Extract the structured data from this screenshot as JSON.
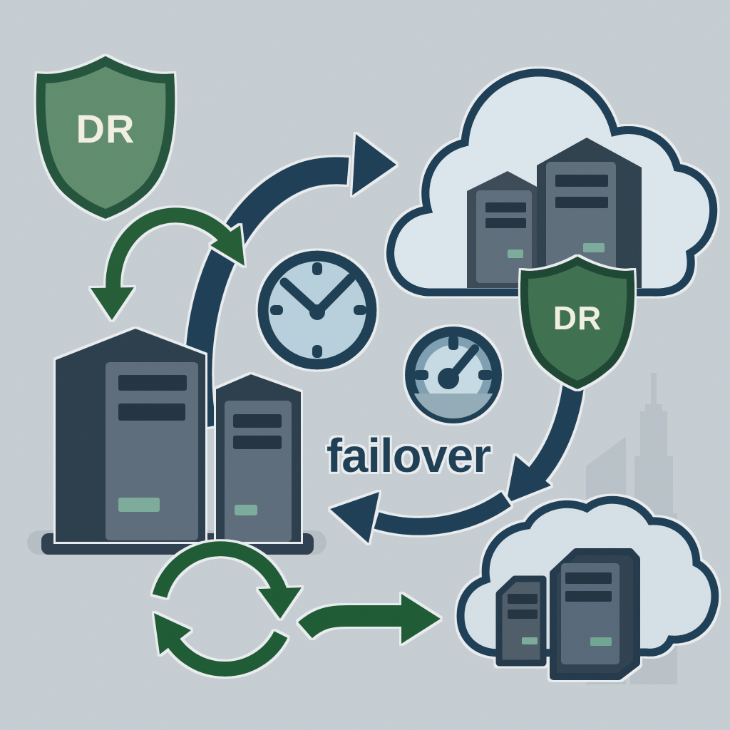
{
  "illustration": {
    "description": "Disaster recovery failover concept illustration",
    "caption": "failover",
    "primary_shield": {
      "label": "DR"
    },
    "cloud_shield": {
      "label": "DR"
    },
    "colors": {
      "background": "#c7ced3",
      "ink_navy": "#1f3e55",
      "arrow_green": "#1f5a31",
      "shield_green_light": "#5f8c6d",
      "shield_green_dark": "#3e7050",
      "shield_border_green": "#24523a",
      "label_cream": "#f2f0e3",
      "cloud_fill": "#dce7ed",
      "cloud_fill_low": "#d5e0e7",
      "server_body": "#2e3f4e",
      "server_panel": "#5c6c7a",
      "server_slot": "#22323f",
      "led_teal": "#7cab9b",
      "clock_face": "#b7d1dd",
      "gauge_steel": "#7e9fb2",
      "skyline_gray": "#b9c2c8",
      "base_gray": "#b6bfc5"
    },
    "icons": [
      "shield-icon",
      "cloud-icon",
      "server-rack-icon",
      "clock-icon",
      "gauge-icon",
      "sync-arrows-icon",
      "curved-arrow-icon",
      "right-arrow-icon",
      "city-skyline-icon"
    ]
  }
}
